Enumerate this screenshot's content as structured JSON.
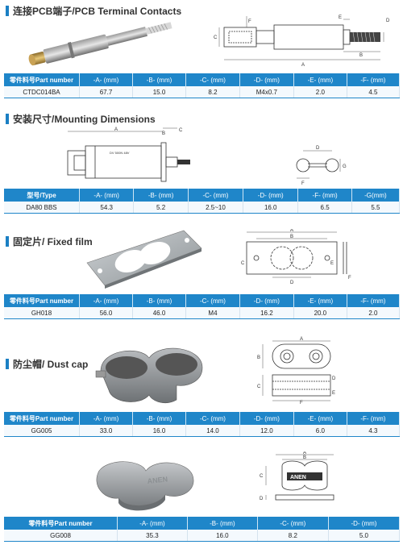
{
  "sections": [
    {
      "title": "连接PCB端子/PCB Terminal Contacts",
      "headers": [
        "零件料号Part number",
        "-A- (mm)",
        "-B- (mm)",
        "-C- (mm)",
        "-D- (mm)",
        "-E- (mm)",
        "-F- (mm)"
      ],
      "row": [
        "CTDC014BA",
        "67.7",
        "15.0",
        "8.2",
        "M4x0.7",
        "2.0",
        "4.5"
      ],
      "drawing_labels": [
        "A",
        "B",
        "C",
        "D",
        "E",
        "F"
      ]
    },
    {
      "title": "安装尺寸/Mounting Dimensions",
      "headers": [
        "型号/Type",
        "-A- (mm)",
        "-B- (mm)",
        "-C- (mm)",
        "-D- (mm)",
        "-F- (mm)",
        "-G(mm)"
      ],
      "row": [
        "DA80 BBS",
        "54.3",
        "5.2",
        "2.5~10",
        "16.0",
        "6.5",
        "5.5"
      ],
      "drawing_labels": [
        "A",
        "B",
        "C",
        "D",
        "F",
        "G"
      ]
    },
    {
      "title": "固定片/ Fixed film",
      "headers": [
        "零件料号Part number",
        "-A- (mm)",
        "-B- (mm)",
        "-C- (mm)",
        "-D- (mm)",
        "-E- (mm)",
        "-F- (mm)"
      ],
      "row": [
        "GH018",
        "56.0",
        "46.0",
        "M4",
        "16.2",
        "20.0",
        "2.0"
      ],
      "drawing_labels": [
        "A",
        "B",
        "C",
        "D",
        "E",
        "F"
      ]
    },
    {
      "title": "防尘帽/ Dust cap",
      "headers": [
        "零件料号Part number",
        "-A- (mm)",
        "-B- (mm)",
        "-C- (mm)",
        "-D- (mm)",
        "-E- (mm)",
        "-F- (mm)"
      ],
      "row": [
        "GG005",
        "33.0",
        "16.0",
        "14.0",
        "12.0",
        "6.0",
        "4.3"
      ],
      "drawing_labels": [
        "A",
        "B",
        "C",
        "D",
        "E",
        "F"
      ]
    },
    {
      "title": "",
      "headers": [
        "零件料号Part number",
        "-A- (mm)",
        "-B- (mm)",
        "-C- (mm)",
        "-D- (mm)"
      ],
      "row": [
        "GG008",
        "35.3",
        "16.0",
        "8.2",
        "5.0"
      ],
      "drawing_labels": [
        "A",
        "B",
        "C",
        "D"
      ],
      "logo_text": "ANEN"
    }
  ],
  "colors": {
    "header_blue": "#1f86c9",
    "title_bar": "#1b7fc3",
    "row_bg": "#f4f9fd"
  }
}
